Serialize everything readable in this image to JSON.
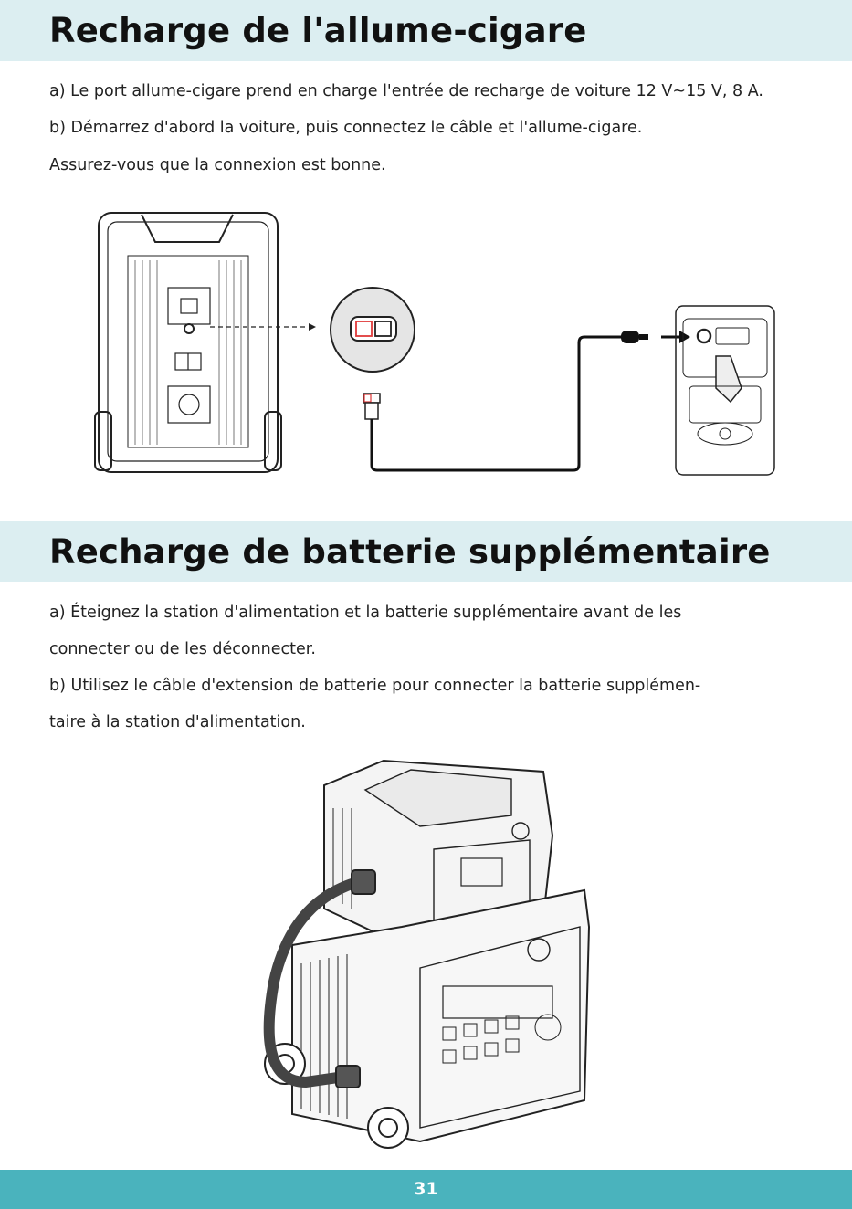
{
  "section1": {
    "title": "Recharge de l'allume-cigare",
    "lines": [
      "a) Le port allume-cigare prend en charge l'entrée de recharge de voiture 12 V~15 V, 8 A.",
      "b) Démarrez d'abord la voiture, puis connectez le câble et l'allume-cigare.",
      "Assurez-vous que la connexion est bonne."
    ]
  },
  "section2": {
    "title": "Recharge de batterie supplémentaire",
    "lines": [
      "a) Éteignez la station d'alimentation et la batterie supplémentaire avant de les",
      "connecter ou de les déconnecter.",
      "b) Utilisez le câble d'extension de batterie pour connecter la batterie supplémen-",
      "taire à la station d'alimentation."
    ]
  },
  "footer": {
    "page_number": "31"
  },
  "colors": {
    "header_band": "#dceef1",
    "footer_band": "#4ab3bd",
    "accent_red": "#e03a3a"
  }
}
